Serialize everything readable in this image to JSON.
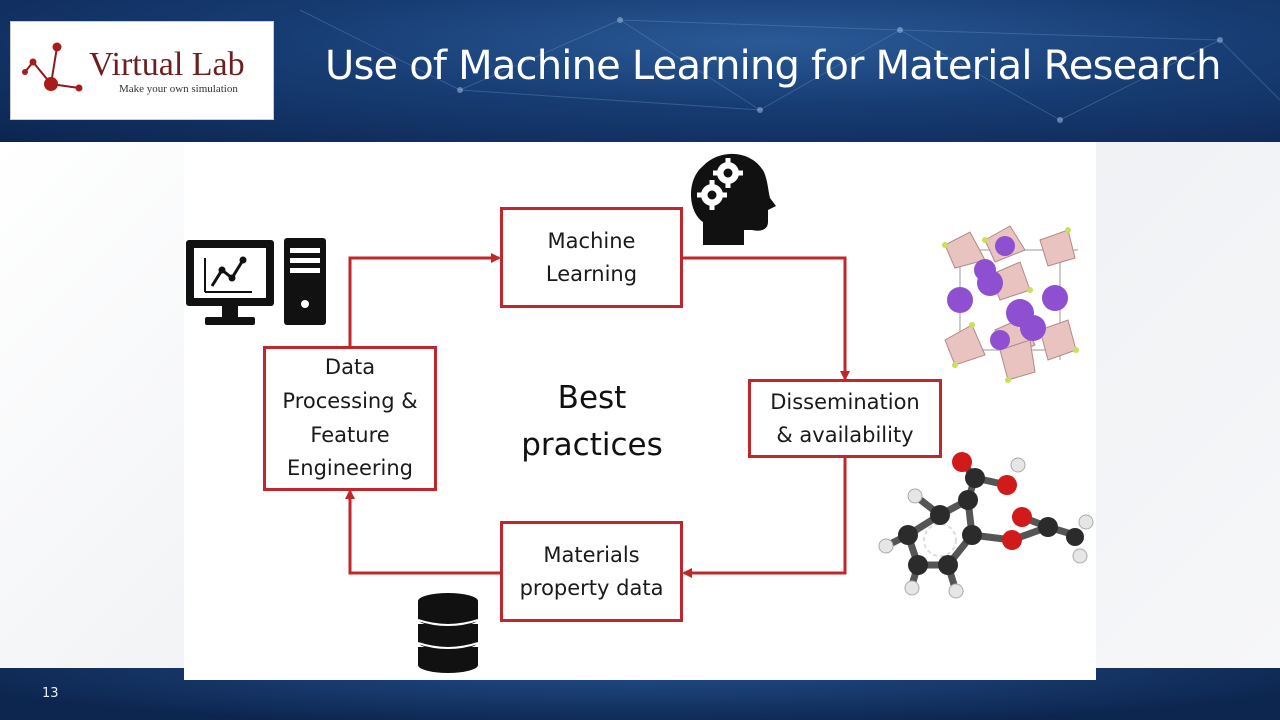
{
  "header": {
    "logo_name": "Virtual Lab",
    "logo_tagline": "Make your own simulation",
    "title": "Use of Machine Learning for Material Research"
  },
  "diagram": {
    "center_label": "Best\npractices",
    "nodes": [
      {
        "id": "ml",
        "label": "Machine\nLearning"
      },
      {
        "id": "dissemination",
        "label": "Dissemination\n& availability"
      },
      {
        "id": "materials",
        "label": "Materials\nproperty data"
      },
      {
        "id": "processing",
        "label": "Data\nProcessing &\nFeature\nEngineering"
      }
    ],
    "icons": [
      "computer-icon",
      "brain-gears-icon",
      "crystal-structure-icon",
      "molecule-icon",
      "database-icon"
    ],
    "accent_color": "#c0262a"
  },
  "footer": {
    "page_number": "13"
  }
}
